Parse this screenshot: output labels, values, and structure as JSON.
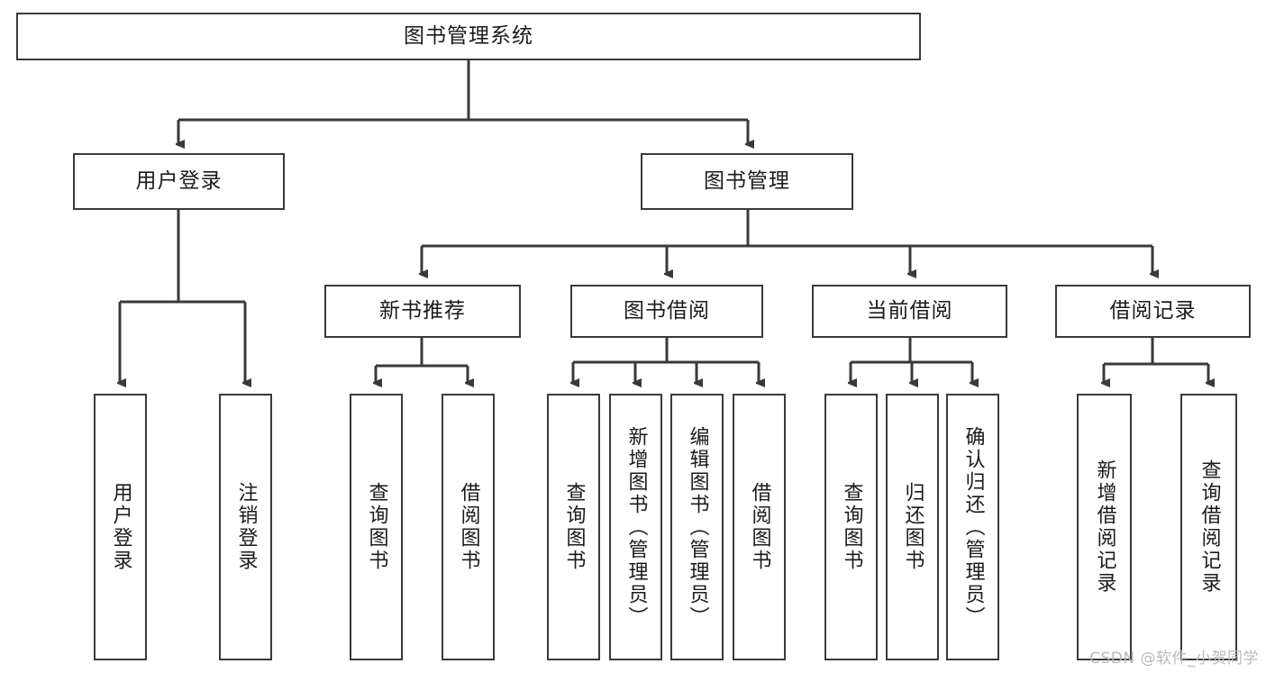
{
  "diagram": {
    "title": "图书管理系统",
    "type": "hierarchy-tree",
    "root": {
      "id": "root",
      "label": "图书管理系统"
    },
    "level2": [
      {
        "id": "user-login",
        "label": "用户登录"
      },
      {
        "id": "book-manage",
        "label": "图书管理"
      }
    ],
    "level3": [
      {
        "id": "new-book-recommend",
        "label": "新书推荐"
      },
      {
        "id": "book-borrow",
        "label": "图书借阅"
      },
      {
        "id": "current-borrow",
        "label": "当前借阅"
      },
      {
        "id": "borrow-record",
        "label": "借阅记录"
      }
    ],
    "leaves": {
      "user_login": [
        {
          "id": "leaf-user-login",
          "label": "用户登录"
        },
        {
          "id": "leaf-logout-login",
          "label": "注销登录"
        }
      ],
      "new_book_recommend": [
        {
          "id": "leaf-query-book-1",
          "label": "查询图书"
        },
        {
          "id": "leaf-borrow-book-1",
          "label": "借阅图书"
        }
      ],
      "book_borrow": [
        {
          "id": "leaf-query-book-2",
          "label": "查询图书"
        },
        {
          "id": "leaf-add-book",
          "label": "新增图书（管理员）"
        },
        {
          "id": "leaf-edit-book",
          "label": "编辑图书（管理员）"
        },
        {
          "id": "leaf-borrow-book-2",
          "label": "借阅图书"
        }
      ],
      "current_borrow": [
        {
          "id": "leaf-query-book-3",
          "label": "查询图书"
        },
        {
          "id": "leaf-return-book",
          "label": "归还图书"
        },
        {
          "id": "leaf-confirm-return",
          "label": "确认归还（管理员）"
        }
      ],
      "borrow_record": [
        {
          "id": "leaf-add-record",
          "label": "新增借阅记录"
        },
        {
          "id": "leaf-query-record",
          "label": "查询借阅记录"
        }
      ]
    },
    "colors": {
      "box_border": "#3a3a3a",
      "box_fill": "#ffffff",
      "edge": "#3a3a3a",
      "text": "#1b1b1b",
      "watermark": "#b9b9b9",
      "background": "#ffffff"
    }
  },
  "watermark": {
    "text": "CSDN @软件_小贺同学"
  }
}
